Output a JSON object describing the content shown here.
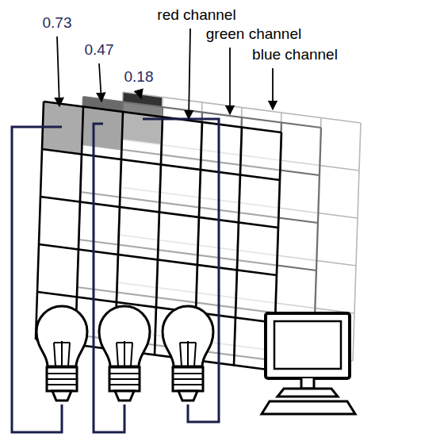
{
  "diagram": {
    "labels": [
      "0.73",
      "0.47",
      "0.18",
      "red channel",
      "green channel",
      "blue channel"
    ]
  }
}
